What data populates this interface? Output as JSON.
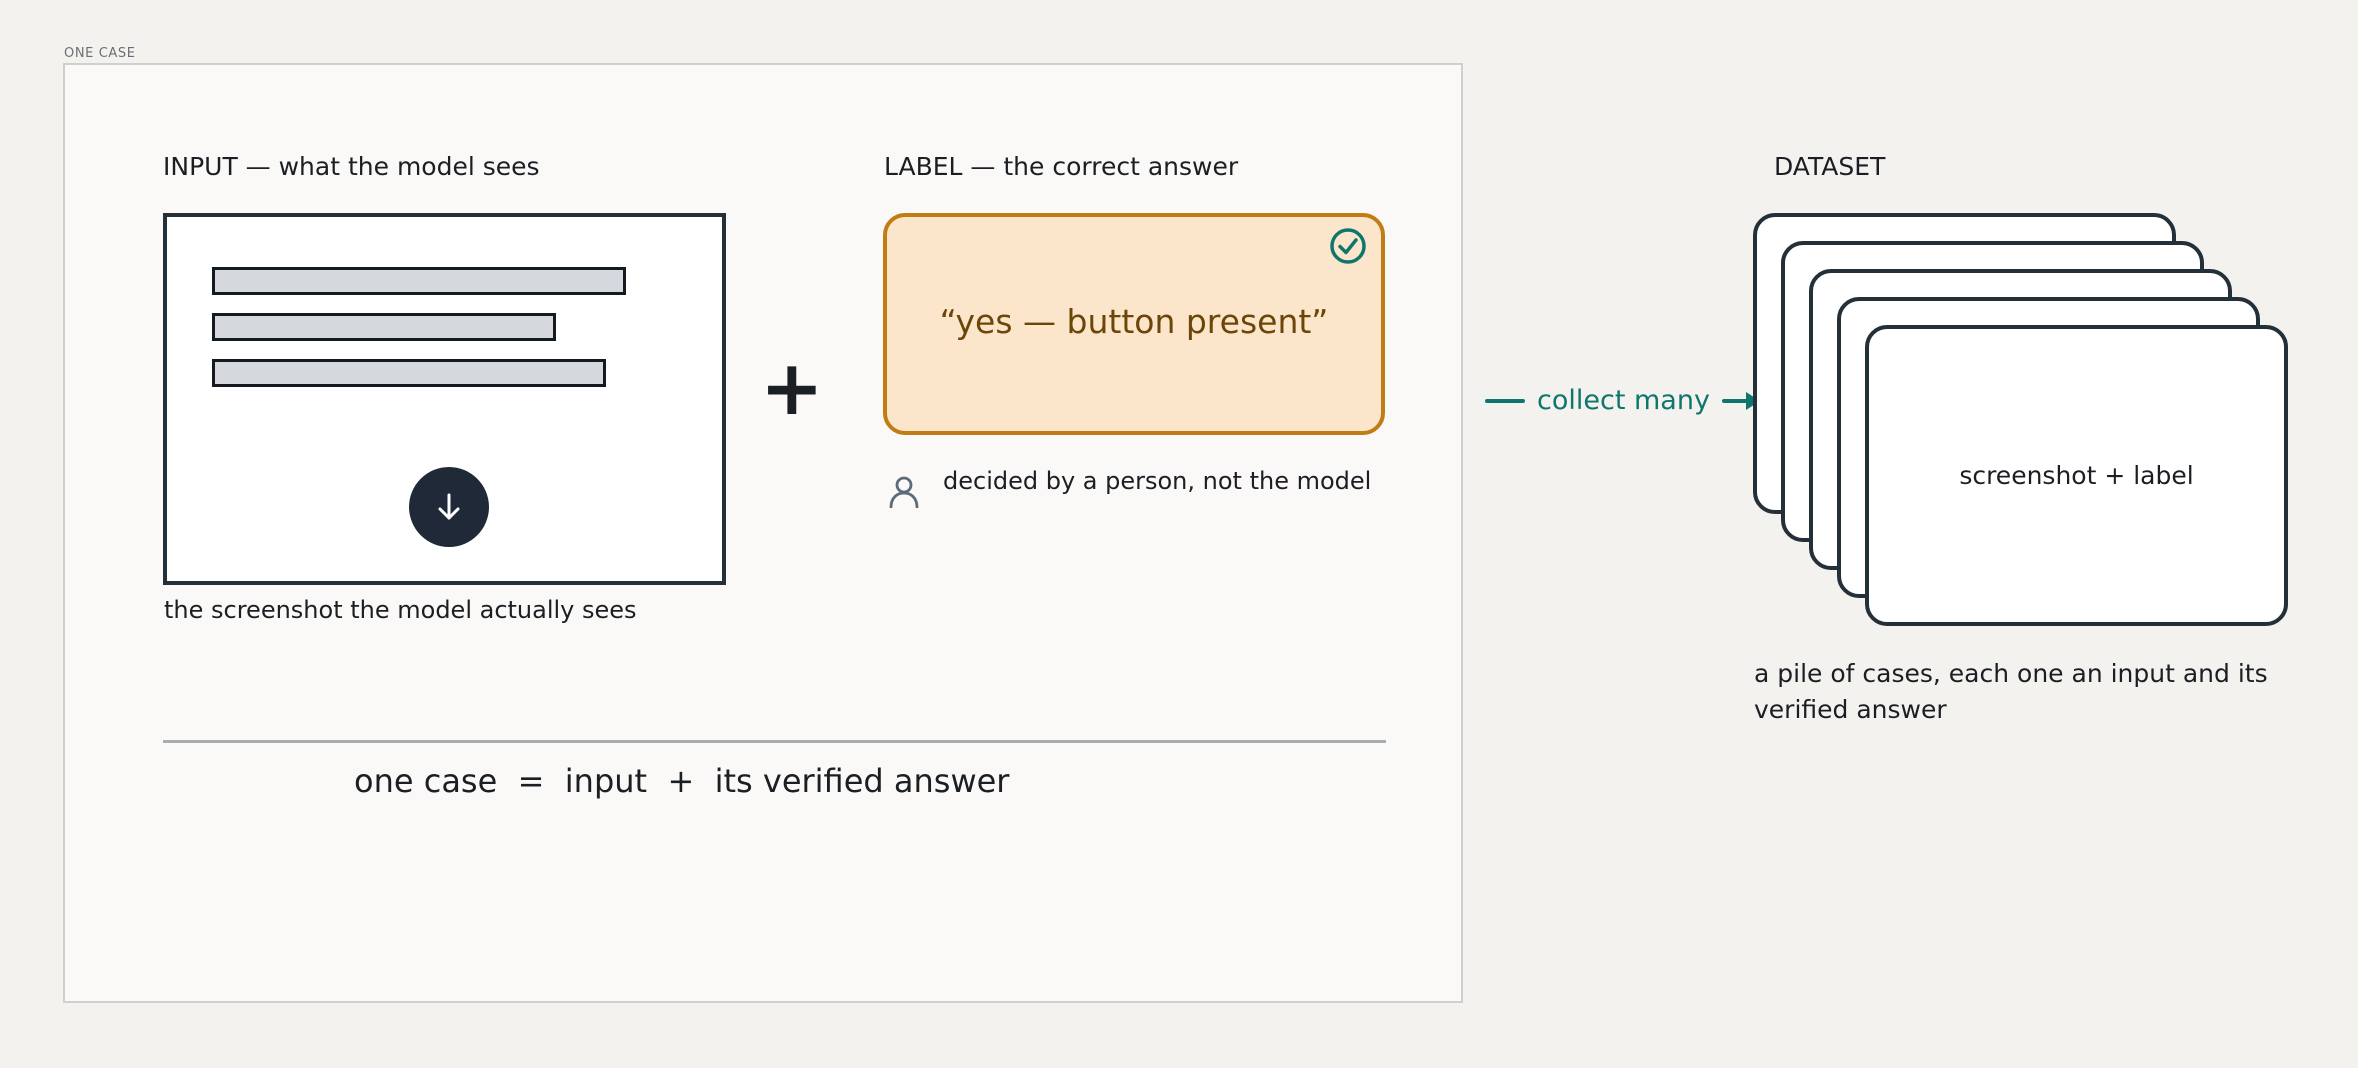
{
  "panel": {
    "tag": "ONE CASE"
  },
  "input": {
    "heading": "INPUT — what the model sees",
    "caption": "the screenshot the model actually sees",
    "button_icon": "arrow-down-icon"
  },
  "operator": "+",
  "label": {
    "heading": "LABEL — the correct answer",
    "value": "“yes — button present”",
    "check_icon": "check-circle-icon",
    "annotator_note": "decided by a person, not the model",
    "annotator_icon": "person-icon"
  },
  "equation": {
    "lhs": "one case",
    "eq": "=",
    "term1": "input",
    "plus": "+",
    "term2": "its verified answer"
  },
  "flow": {
    "label": "collect many"
  },
  "dataset": {
    "heading": "DATASET",
    "card_label": "screenshot + label",
    "caption": "a pile of cases, each one an input and its verified answer"
  },
  "colors": {
    "accent_teal": "#0f766e",
    "label_fill": "#fbe6cb",
    "label_border": "#c27c14",
    "label_text": "#6b4608",
    "ink": "#243039"
  }
}
